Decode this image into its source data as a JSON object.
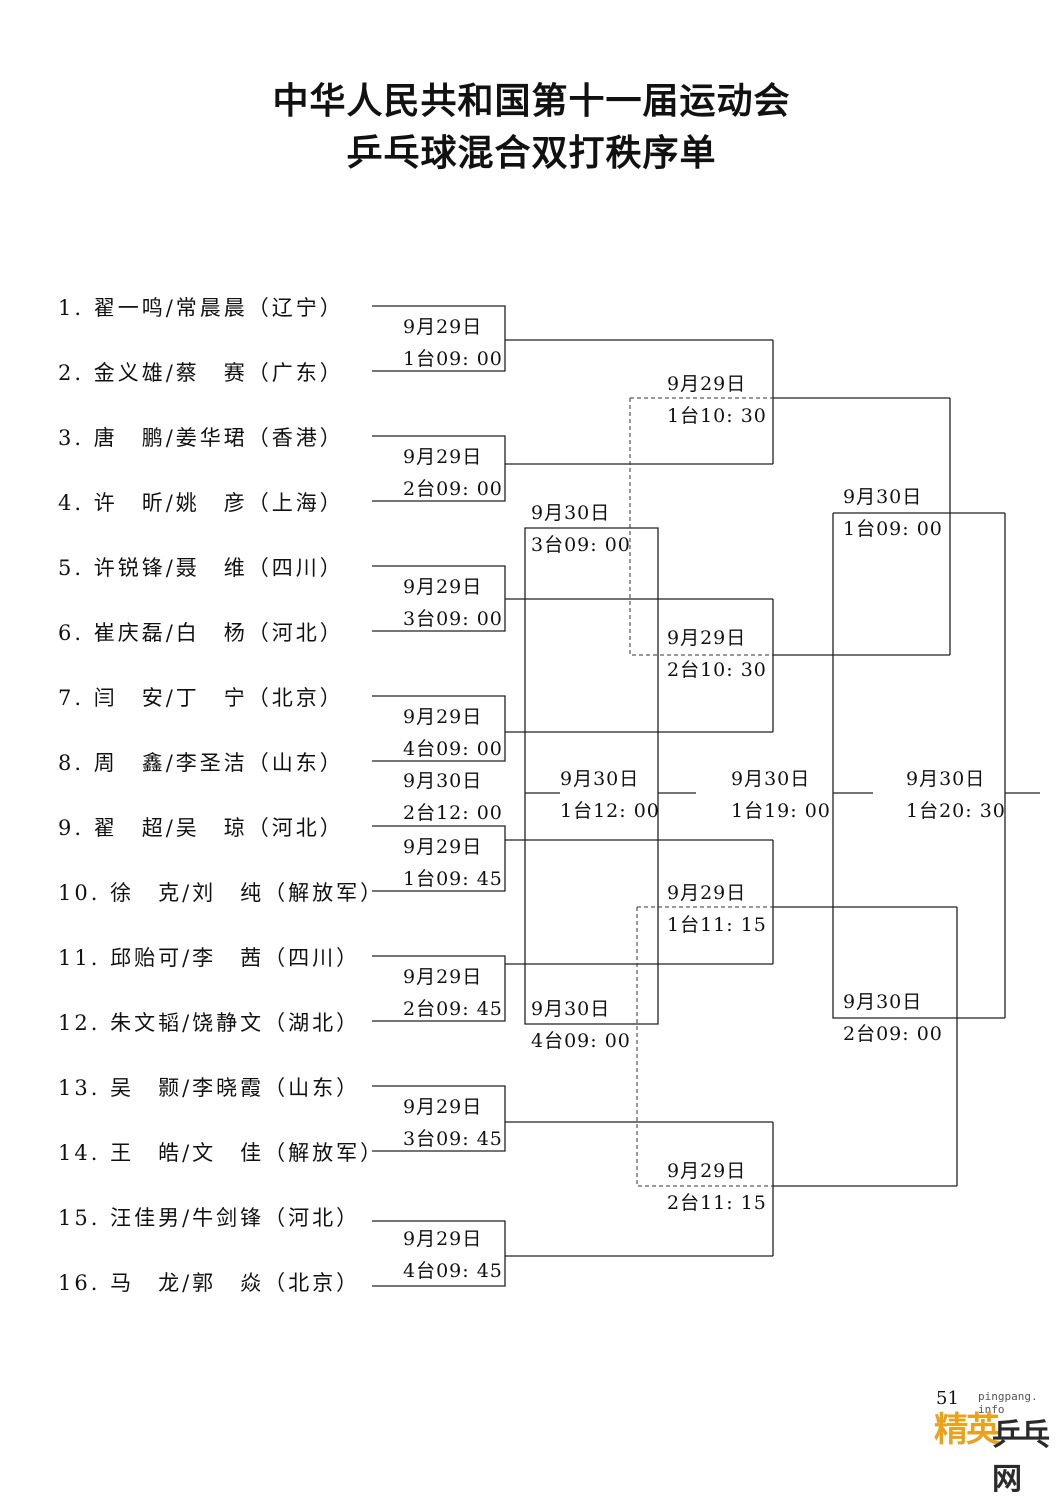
{
  "header": {
    "title_line1": "中华人民共和国第十一届运动会",
    "title_line2": "乒乓球混合双打秩序单"
  },
  "players": [
    {
      "label": "1. 翟一鸣/常晨晨（辽宁）"
    },
    {
      "label": "2. 金义雄/蔡　赛（广东）"
    },
    {
      "label": "3. 唐　鹏/姜华珺（香港）"
    },
    {
      "label": "4. 许　昕/姚　彦（上海）"
    },
    {
      "label": "5. 许锐锋/聂　维（四川）"
    },
    {
      "label": "6. 崔庆磊/白　杨（河北）"
    },
    {
      "label": "7. 闫　安/丁　宁（北京）"
    },
    {
      "label": "8. 周　鑫/李圣洁（山东）"
    },
    {
      "label": "9. 翟　超/吴　琼（河北）"
    },
    {
      "label": "10. 徐　克/刘　纯（解放军）"
    },
    {
      "label": "11. 邱贻可/李　茜（四川）"
    },
    {
      "label": "12. 朱文韬/饶静文（湖北）"
    },
    {
      "label": "13. 吴　颢/李晓霞（山东）"
    },
    {
      "label": "14. 王　皓/文　佳（解放军）"
    },
    {
      "label": "15. 汪佳男/牛剑锋（河北）"
    },
    {
      "label": "16. 马　龙/郭　焱（北京）"
    }
  ],
  "matches": [
    {
      "date": "9月29日",
      "slot": "1台09: 00"
    },
    {
      "date": "9月29日",
      "slot": "2台09: 00"
    },
    {
      "date": "9月29日",
      "slot": "3台09: 00"
    },
    {
      "date": "9月29日",
      "slot": "4台09: 00"
    },
    {
      "date": "9月29日",
      "slot": "1台09: 45"
    },
    {
      "date": "9月29日",
      "slot": "2台09: 45"
    },
    {
      "date": "9月29日",
      "slot": "3台09: 45"
    },
    {
      "date": "9月29日",
      "slot": "4台09: 45"
    },
    {
      "date": "9月29日",
      "slot": "1台10: 30"
    },
    {
      "date": "9月29日",
      "slot": "2台10: 30"
    },
    {
      "date": "9月29日",
      "slot": "1台11: 15"
    },
    {
      "date": "9月29日",
      "slot": "2台11: 15"
    },
    {
      "date": "9月30日",
      "slot": "3台09: 00"
    },
    {
      "date": "9月30日",
      "slot": "4台09: 00"
    },
    {
      "date": "9月30日",
      "slot": "2台12: 00"
    },
    {
      "date": "9月30日",
      "slot": "1台12: 00"
    },
    {
      "date": "9月30日",
      "slot": "1台09: 00"
    },
    {
      "date": "9月30日",
      "slot": "2台09: 00"
    },
    {
      "date": "9月30日",
      "slot": "1台19: 00"
    },
    {
      "date": "9月30日",
      "slot": "1台20: 30"
    }
  ],
  "footer": {
    "page_number": "51",
    "watermark_url": "pingpang. info",
    "watermark_logo_a": "精英",
    "watermark_logo_b": "乒乓网"
  }
}
